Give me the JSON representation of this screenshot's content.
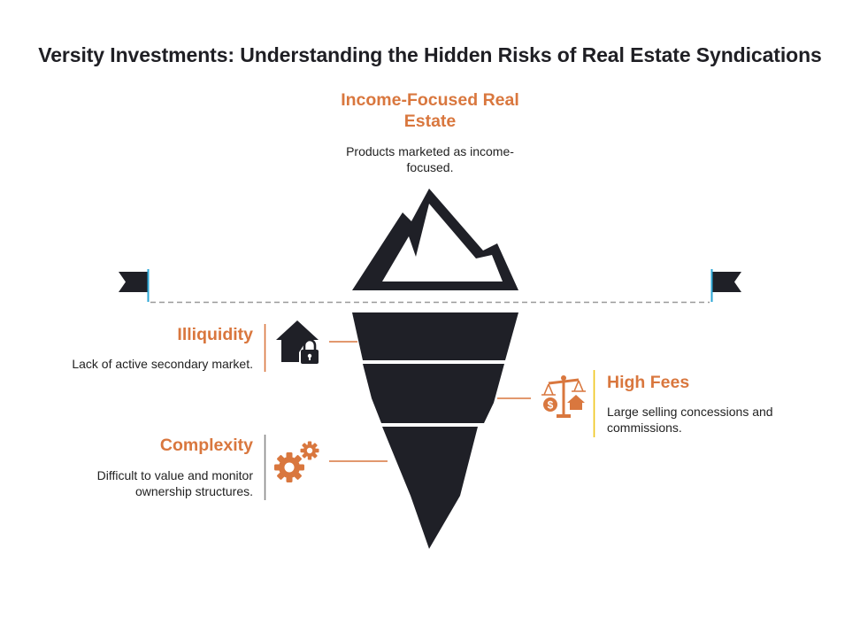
{
  "title": "Versity Investments: Understanding the Hidden Risks of Real Estate Syndications",
  "tip": {
    "heading": "Income-Focused Real Estate",
    "description": "Products marketed as income-focused."
  },
  "risks": [
    {
      "heading": "Illiquidity",
      "description": "Lack of active secondary market.",
      "icon": "house-lock-icon",
      "accent": "#d9773e"
    },
    {
      "heading": "High Fees",
      "description": "Large selling concessions and commissions.",
      "icon": "scale-money-house-icon",
      "accent": "#f0c419"
    },
    {
      "heading": "Complexity",
      "description": "Difficult to value and monitor ownership structures.",
      "icon": "gears-icon",
      "accent": "#888888"
    }
  ],
  "colors": {
    "iceberg": "#1f2027",
    "accent_orange": "#d9773e",
    "waterline": "#9a9a9a",
    "flag_pole": "#2aa6d6"
  }
}
